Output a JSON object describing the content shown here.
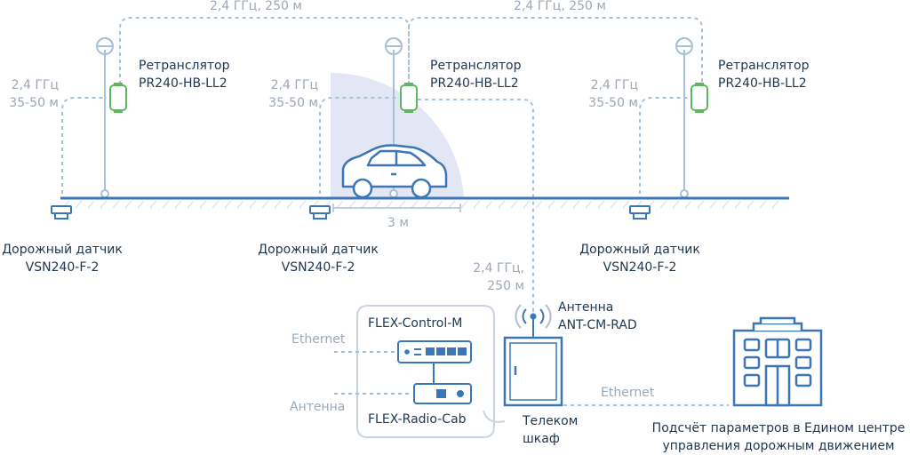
{
  "links": {
    "top_left": "2,4 ГГц, 250 м",
    "top_right": "2,4 ГГц, 250 м",
    "sensor_1": [
      "2,4 ГГц",
      "35-50 м"
    ],
    "sensor_2": [
      "2,4 ГГц",
      "35-50 м"
    ],
    "sensor_3": [
      "2,4 ГГц",
      "35-50 м"
    ],
    "to_cabinet": [
      "2,4 ГГц,",
      "250 м"
    ]
  },
  "repeaters": [
    {
      "title": "Ретранслятор",
      "model": "PR240-HB-LL2"
    },
    {
      "title": "Ретранслятор",
      "model": "PR240-HB-LL2"
    },
    {
      "title": "Ретранслятор",
      "model": "PR240-HB-LL2"
    }
  ],
  "sensors": [
    {
      "title": "Дорожный датчик",
      "model": "VSN240-F-2"
    },
    {
      "title": "Дорожный датчик",
      "model": "VSN240-F-2"
    },
    {
      "title": "Дорожный датчик",
      "model": "VSN240-F-2"
    }
  ],
  "detection_zone": "3 м",
  "antenna": {
    "title": "Антенна",
    "model": "ANT-CM-RAD"
  },
  "cabinet": {
    "title": "Телеком",
    "subtitle": "шкаф"
  },
  "modules": {
    "control": "FLEX-Control-M",
    "radio": "FLEX-Radio-Cab",
    "ethernet_in": "Ethernet",
    "antenna_in": "Антенна"
  },
  "ethernet_link": "Ethernet",
  "center": {
    "line1": "Подсчёт параметров в Едином центре",
    "line2": "управления дорожным движением"
  },
  "colors": {
    "line": "#3a76b8",
    "dash": "#a9c0d9",
    "green": "#5cb85c",
    "zone": "#e3e7f5",
    "text": "#1f3650",
    "muted": "#9aa9b8"
  }
}
